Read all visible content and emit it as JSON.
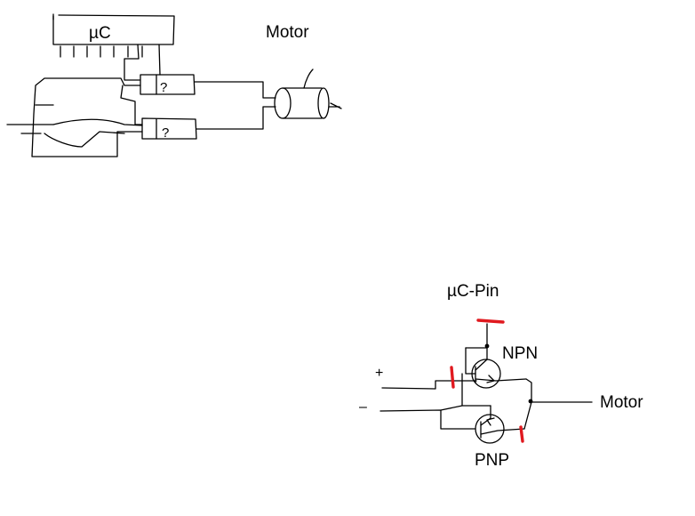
{
  "labels": {
    "microcontroller": "µC",
    "motor_top": "Motor",
    "uc_pin": "µC-Pin",
    "npn": "NPN",
    "plus": "+",
    "minus": "–",
    "motor_bottom": "Motor",
    "pnp": "PNP",
    "q1": "?",
    "q2": "?"
  },
  "colors": {
    "ink": "#000000",
    "highlight": "#e0191f",
    "background": "#ffffff"
  }
}
